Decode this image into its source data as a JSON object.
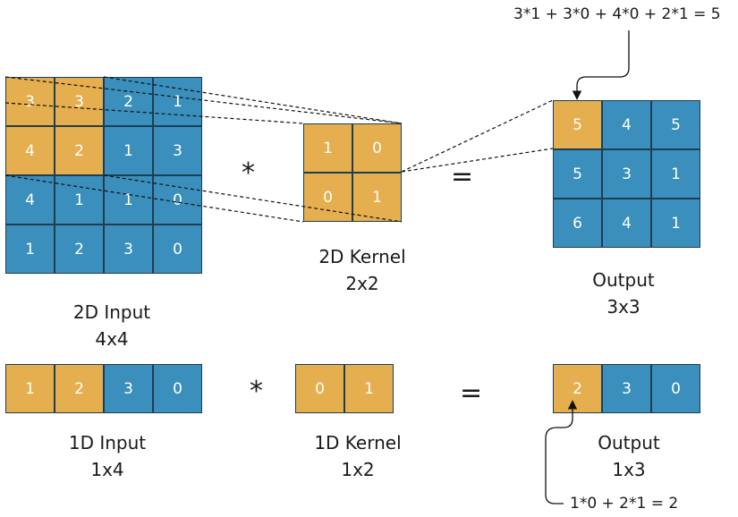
{
  "input2d": {
    "values": [
      [
        "3",
        "3",
        "2",
        "1"
      ],
      [
        "4",
        "2",
        "1",
        "3"
      ],
      [
        "4",
        "1",
        "1",
        "0"
      ],
      [
        "1",
        "2",
        "3",
        "0"
      ]
    ],
    "highlight": [
      [
        true,
        true,
        false,
        false
      ],
      [
        true,
        true,
        false,
        false
      ],
      [
        false,
        false,
        false,
        false
      ],
      [
        false,
        false,
        false,
        false
      ]
    ],
    "label": "2D Input",
    "size": "4x4"
  },
  "kernel2d": {
    "values": [
      [
        "1",
        "0"
      ],
      [
        "0",
        "1"
      ]
    ],
    "label": "2D Kernel",
    "size": "2x2"
  },
  "output2d": {
    "values": [
      [
        "5",
        "4",
        "5"
      ],
      [
        "5",
        "3",
        "1"
      ],
      [
        "6",
        "4",
        "1"
      ]
    ],
    "highlight": [
      [
        true,
        false,
        false
      ],
      [
        false,
        false,
        false
      ],
      [
        false,
        false,
        false
      ]
    ],
    "label": "Output",
    "size": "3x3"
  },
  "input1d": {
    "values": [
      "1",
      "2",
      "3",
      "0"
    ],
    "highlight": [
      true,
      true,
      false,
      false
    ],
    "label": "1D Input",
    "size": "1x4"
  },
  "kernel1d": {
    "values": [
      "0",
      "1"
    ],
    "label": "1D Kernel",
    "size": "1x2"
  },
  "output1d": {
    "values": [
      "2",
      "3",
      "0"
    ],
    "highlight": [
      true,
      false,
      false
    ],
    "label": "Output",
    "size": "1x3"
  },
  "operators": {
    "conv": "*",
    "equals": "="
  },
  "formulas": {
    "top": "3*1 + 3*0 + 4*0 + 2*1 = 5",
    "bottom": "1*0 + 2*1 = 2"
  },
  "colors": {
    "highlight": "#e5ae4e",
    "base": "#3b8fbc",
    "cell_border": "#1e3d52",
    "dash": "#111111"
  }
}
